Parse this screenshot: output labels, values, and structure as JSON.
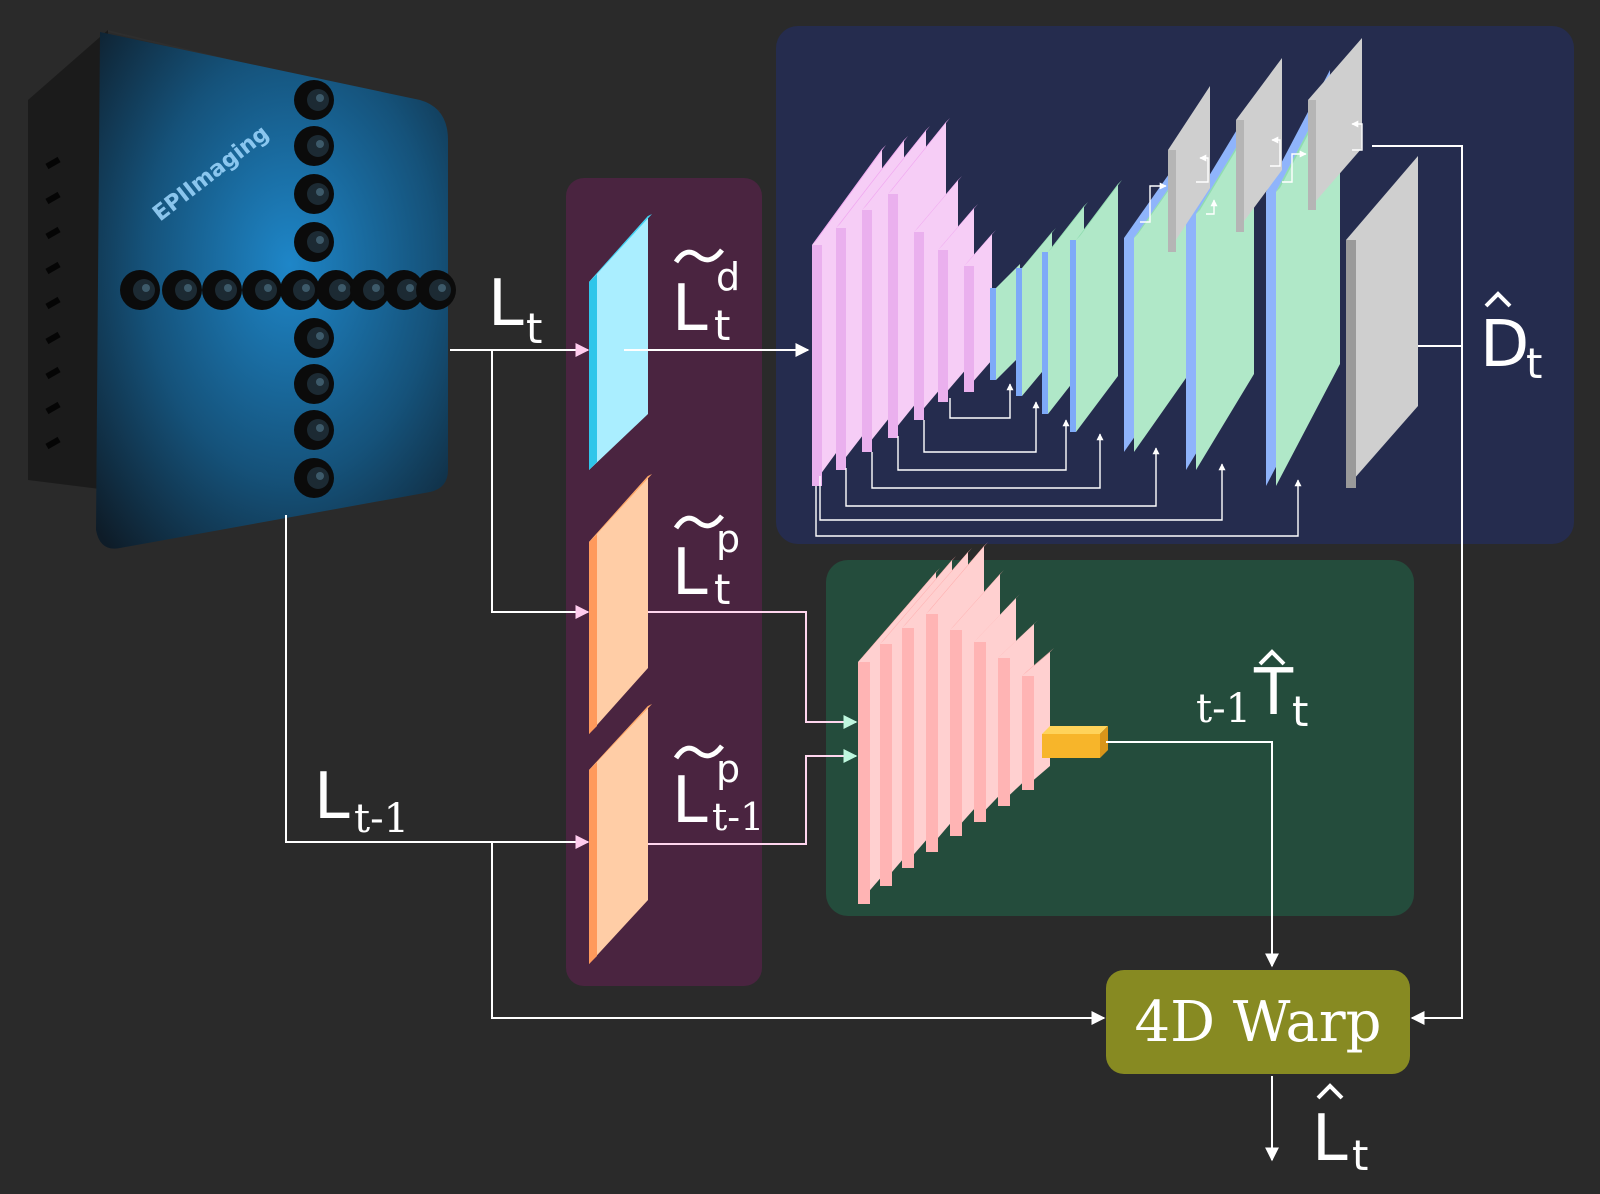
{
  "camera": {
    "brand": "EPIImaging"
  },
  "labels": {
    "L_t": {
      "base": "L",
      "sub": "t"
    },
    "L_t1": {
      "base": "L",
      "sub": "t-1"
    },
    "L_d": {
      "base": "L",
      "sup": "d",
      "sub": "t"
    },
    "L_p": {
      "base": "L",
      "sup": "p",
      "sub": "t"
    },
    "L_p1": {
      "base": "L",
      "sup": "p",
      "sub": "t-1"
    },
    "D_hat": {
      "base": "D",
      "sub": "t"
    },
    "T_hat": {
      "pre": "t-1",
      "base": "T",
      "sub": "t"
    },
    "L_hat": {
      "base": "L",
      "sub": "t"
    }
  },
  "warp": {
    "label": "4D Warp"
  },
  "colors": {
    "background": "#2a2a2a",
    "encoder_panel": "#4a2440",
    "depth_panel": "#252c4e",
    "pose_panel": "#244c3c",
    "warp_box": "#878a22",
    "depth_slice": "#aaeeff",
    "pose_slice": "#ffcda6",
    "unet_encoder": "#f6cdf6",
    "unet_decoder": "#b0e8c8",
    "unet_output": "#cfcfcf",
    "pose_net": "#ffd0d0",
    "pose_output": "#f7b52a"
  }
}
